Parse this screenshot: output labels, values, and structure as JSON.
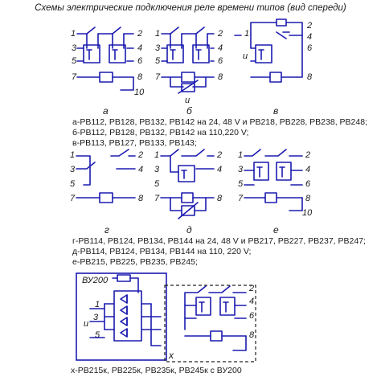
{
  "title": "Схемы электрические подключения реле времени типов (вид спереди)",
  "pins": {
    "left": [
      "1",
      "3",
      "5",
      "7"
    ],
    "right": [
      "2",
      "4",
      "6",
      "8"
    ],
    "extra": "10",
    "u": "u"
  },
  "labels": {
    "a": "а",
    "b": "б",
    "v": "в",
    "g": "г",
    "d": "д",
    "e": "е",
    "x": "х"
  },
  "block_label": "ВУ200",
  "captions": [
    "а-РВ112, РВ128, РВ132, РВ142 на 24, 48 V и РВ218, РВ228, РВ238, РВ248;",
    "б-РВ112, РВ128, РВ132, РВ142 на 110,220 V;",
    "в-РВ113, РВ127, РВ133, РВ143;",
    "г-РВ114, РВ124, РВ134, РВ144 на 24, 48 V и РВ217, РВ227, РВ237, РВ247;",
    "д-РВ114, РВ124, РВ134, РВ144 на 110, 220 V;",
    "е-РВ215, РВ225, РВ235, РВ245;",
    "х-РВ215к, РВ225к, РВ235к, РВ245к с ВУ200"
  ]
}
